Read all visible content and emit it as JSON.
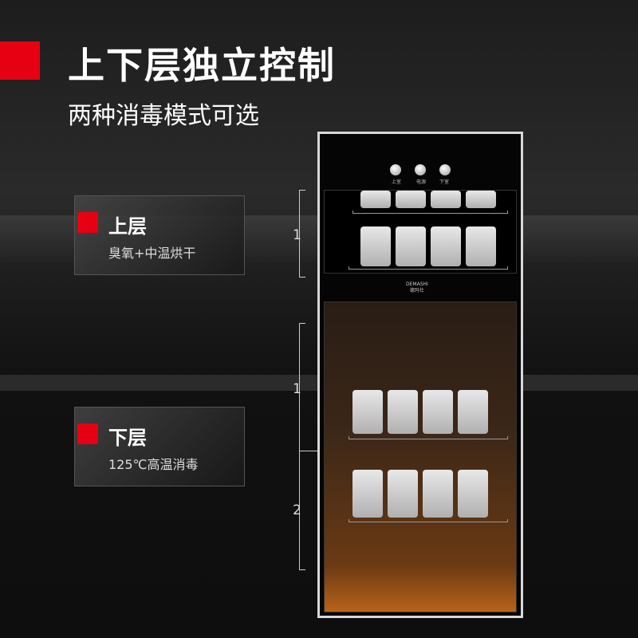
{
  "header": {
    "title": "上下层独立控制",
    "subtitle": "两种消毒模式可选"
  },
  "upper_card": {
    "title": "上层",
    "desc": "臭氧+中温烘干"
  },
  "lower_card": {
    "title": "下层",
    "desc": "125℃高温消毒"
  },
  "panel": {
    "knobs": [
      "上室",
      "电源",
      "下室"
    ],
    "brand": "DEMASHI",
    "brand_cn": "德玛仕"
  },
  "dimensions": {
    "upper": "1",
    "lower_top": "1",
    "lower_bottom": "2"
  },
  "colors": {
    "accent": "#e60012"
  }
}
